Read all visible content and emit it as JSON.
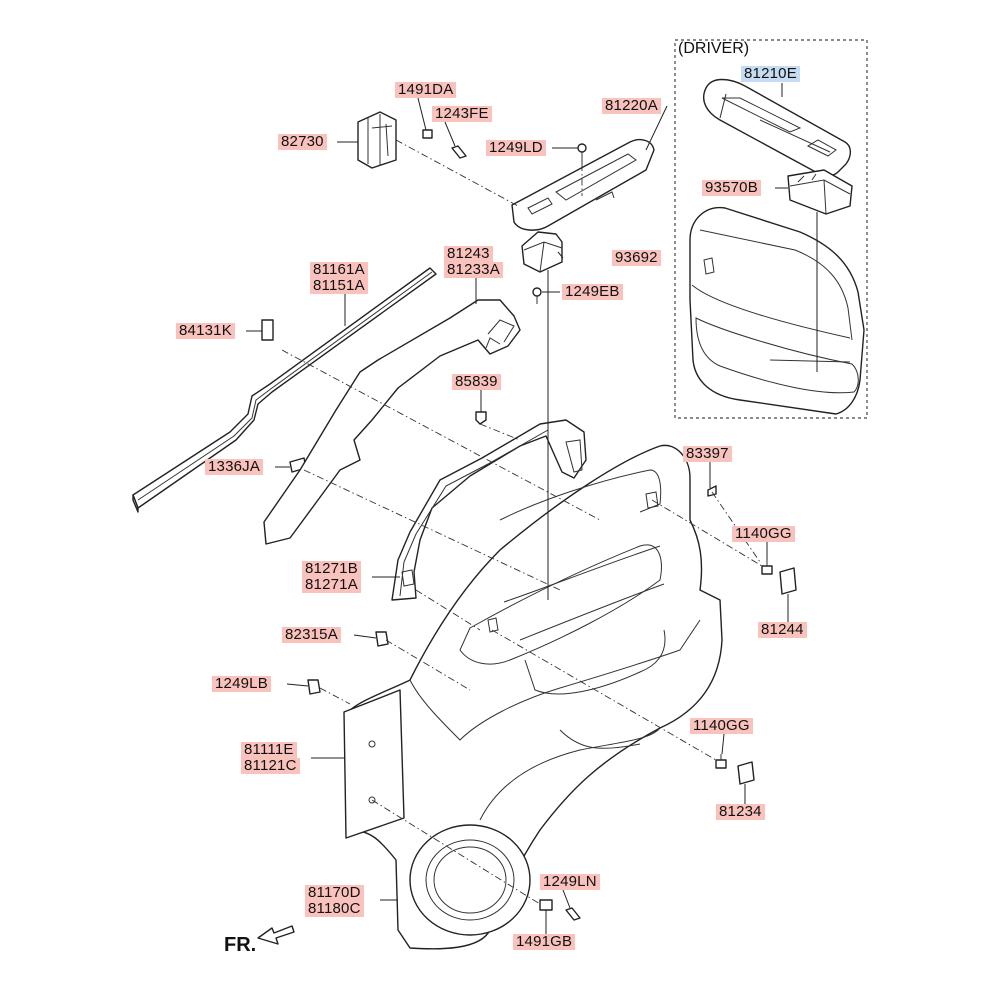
{
  "driver_caption": "(DRIVER)",
  "front_indicator": "FR.",
  "part_numbers": {
    "p81210E": "81210E",
    "p81220A": "81220A",
    "p93570B": "93570B",
    "p1491DA": "1491DA",
    "p1243FE": "1243FE",
    "p82730": "82730",
    "p1249LD": "1249LD",
    "p81243": "81243",
    "p81233A": "81233A",
    "p93692": "93692",
    "p81161A": "81161A",
    "p81151A": "81151A",
    "p1249EB": "1249EB",
    "p84131K": "84131K",
    "p85839": "85839",
    "p83397": "83397",
    "p1336JA": "1336JA",
    "p1140GG_upper": "1140GG",
    "p81271B": "81271B",
    "p81271A": "81271A",
    "p81244": "81244",
    "p82315A": "82315A",
    "p1249LB": "1249LB",
    "p1140GG_lower": "1140GG",
    "p81111E": "81111E",
    "p81121C": "81121C",
    "p81234": "81234",
    "p81170D": "81170D",
    "p81180C": "81180C",
    "p1249LN": "1249LN",
    "p1491GB": "1491GB"
  },
  "colors": {
    "label_highlight": "#f9c2bd",
    "selected_label_highlight": "#c6dcf3",
    "line": "#222222"
  }
}
